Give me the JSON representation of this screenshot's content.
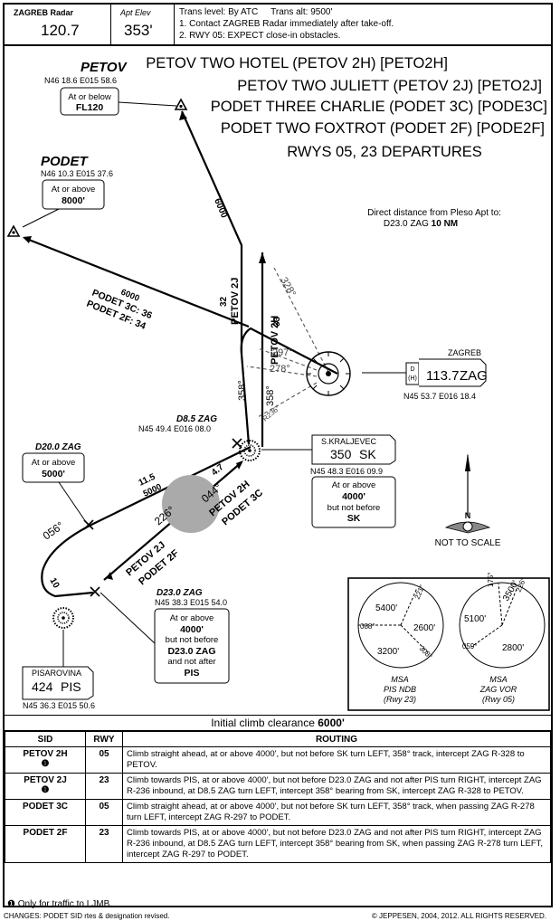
{
  "header": {
    "radar_label": "ZAGREB Radar",
    "radar_freq": "120.7",
    "apt_elev_label": "Apt Elev",
    "apt_elev": "353'",
    "trans_level": "Trans level: By ATC",
    "trans_alt": "Trans alt: 9500'",
    "note1": "1. Contact ZAGREB Radar immediately after take-off.",
    "note2": "2. RWY 05: EXPECT close-in obstacles."
  },
  "title": {
    "line1": "PETOV TWO HOTEL (PETOV 2H) [PETO2H]",
    "line2": "PETOV TWO JULIETT (PETOV 2J) [PETO2J]",
    "line3": "PODET THREE CHARLIE (PODET 3C) [PODE3C]",
    "line4": "PODET TWO FOXTROT (PODET 2F) [PODE2F]",
    "line5": "RWYS 05, 23 DEPARTURES"
  },
  "direct_distance": {
    "line1": "Direct distance from Pleso Apt to:",
    "line2_prefix": "D23.0 ZAG",
    "line2_value": "10 NM"
  },
  "fixes": {
    "petov": {
      "name": "PETOV",
      "coord": "N46 18.6 E015 58.6",
      "constraint1": "At or below",
      "constraint2": "FL120"
    },
    "podet": {
      "name": "PODET",
      "coord": "N46 10.3 E015 37.6",
      "constraint1": "At or above",
      "constraint2": "8000'"
    },
    "d85": {
      "name": "D8.5 ZAG",
      "coord": "N45 49.4 E016 08.0"
    },
    "d20": {
      "name": "D20.0 ZAG",
      "constraint1": "At or above",
      "constraint2": "5000'"
    },
    "d23": {
      "name": "D23.0 ZAG",
      "coord": "N45 38.3 E015 54.0",
      "c1": "At or above",
      "c2": "4000'",
      "c3": "but not before",
      "c4": "D23.0 ZAG",
      "c5": "and not after",
      "c6": "PIS"
    }
  },
  "navaids": {
    "zagreb": {
      "name": "ZAGREB",
      "dh": "D\n(H)",
      "freq": "113.7",
      "ident": "ZAG",
      "coord": "N45 53.7 E016 18.4"
    },
    "kraljevec": {
      "name": "S.KRALJEVEC",
      "freq": "350",
      "ident": "SK",
      "coord": "N45 48.3 E016 09.9",
      "c1": "At or above",
      "c2": "4000'",
      "c3": "but not before",
      "c4": "SK"
    },
    "pisarovina": {
      "name": "PISAROVINA",
      "freq": "424",
      "ident": "PIS",
      "coord": "N45 36.3 E015 50.6"
    }
  },
  "route_labels": {
    "alt6000_a": "6000",
    "alt6000_b": "6000",
    "podet3c": "PODET 3C: 36",
    "podet2f": "PODET 2F: 34",
    "petov2j": "PETOV 2J",
    "petov2j_dist": "32",
    "petov2h": "PETOV 2H",
    "petov2h_dist": "33",
    "r328": "328°",
    "r297": "297°",
    "r278": "278°",
    "b358a": "358°",
    "b358b": "358°",
    "r236": "R236°",
    "dist115": "11.5",
    "alt5000": "5000",
    "dist47": "4.7",
    "brg044": "044°",
    "brg226": "226°",
    "brg056": "056°",
    "petov2h_b": "PETOV 2H",
    "podet3c_b": "PODET 3C",
    "petov2j_b": "PETOV 2J",
    "podet2f_b": "PODET 2F",
    "dist10": "10",
    "not_to_scale": "NOT TO SCALE",
    "north": "N"
  },
  "msa": {
    "left": {
      "title": "MSA",
      "sub1": "PIS NDB",
      "sub2": "(Rwy 23)",
      "v1": "5400'",
      "v2": "2600'",
      "v3": "3200'",
      "b1": "221°",
      "b2": "088°",
      "b3": "308°"
    },
    "right": {
      "title": "MSA",
      "sub1": "ZAG VOR",
      "sub2": "(Rwy 05)",
      "v1": "5100'",
      "v2": "3500'",
      "v3": "2800'",
      "b1": "175°",
      "b2": "226°",
      "b3": "059°"
    }
  },
  "table": {
    "caption_prefix": "Initial climb clearance",
    "caption_value": "6000'",
    "headers": [
      "SID",
      "RWY",
      "ROUTING"
    ],
    "rows": [
      {
        "sid": "PETOV 2H",
        "note": "❶",
        "rwy": "05",
        "routing": "Climb straight ahead, at or above    4000',  but not before SK turn LEFT, 358° track, intercept ZAG R-328 to PETOV."
      },
      {
        "sid": "PETOV 2J",
        "note": "❶",
        "rwy": "23",
        "routing": "Climb towards PIS, at or above    4000',  but not before D23.0 ZAG and not after PIS turn RIGHT, intercept ZAG R-236 inbound, at D8.5 ZAG turn LEFT, intercept 358° bearing from SK, intercept ZAG R-328 to PETOV."
      },
      {
        "sid": "PODET 3C",
        "note": "",
        "rwy": "05",
        "routing": "Climb straight ahead, at or above    4000',  but not before SK turn LEFT, 358° track, when passing ZAG R-278 turn LEFT, intercept ZAG R-297 to PODET."
      },
      {
        "sid": "PODET 2F",
        "note": "",
        "rwy": "23",
        "routing": "Climb towards PIS, at or above    4000',  but not before D23.0 ZAG and not after PIS turn RIGHT, intercept ZAG R-236 inbound, at D8.5 ZAG turn LEFT, intercept 358° bearing from SK, when passing ZAG R-278 turn LEFT, intercept ZAG R-297 to PODET."
      }
    ]
  },
  "footnote": "❶ Only for traffic to LJMB.",
  "footer_left": "CHANGES: PODET SID rtes & designation revised.",
  "footer_right": "© JEPPESEN, 2004, 2012. ALL RIGHTS RESERVED."
}
